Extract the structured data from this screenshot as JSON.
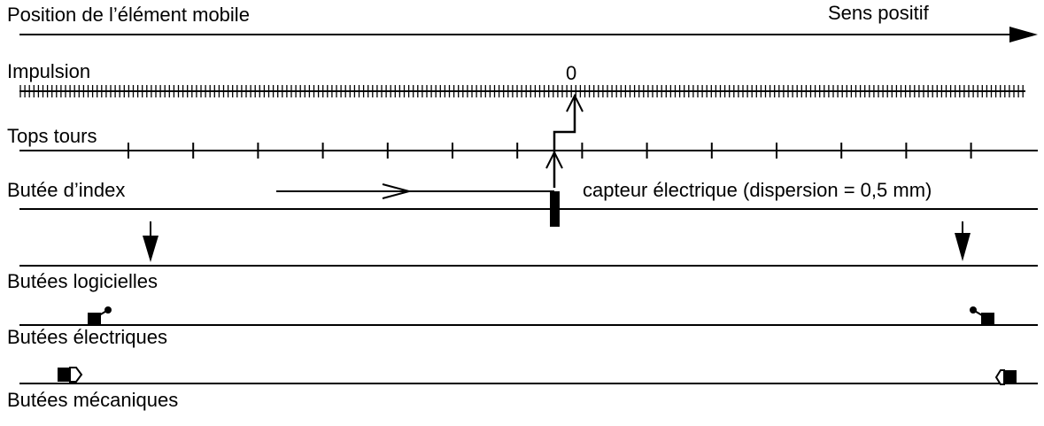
{
  "labels": {
    "position": "Position de l’élément mobile",
    "direction": "Sens positif",
    "impulsion": "Impulsion",
    "zero": "0",
    "tops_tours": "Tops tours",
    "butee_index": "Butée d’index",
    "capteur": "capteur électrique (dispersion = 0,5 mm)",
    "butees_logicielles": "Butées logicielles",
    "butees_electriques": "Butées électriques",
    "butees_mecaniques": "Butées mécaniques"
  },
  "colors": {
    "ink": "#000000",
    "background": "#ffffff"
  }
}
